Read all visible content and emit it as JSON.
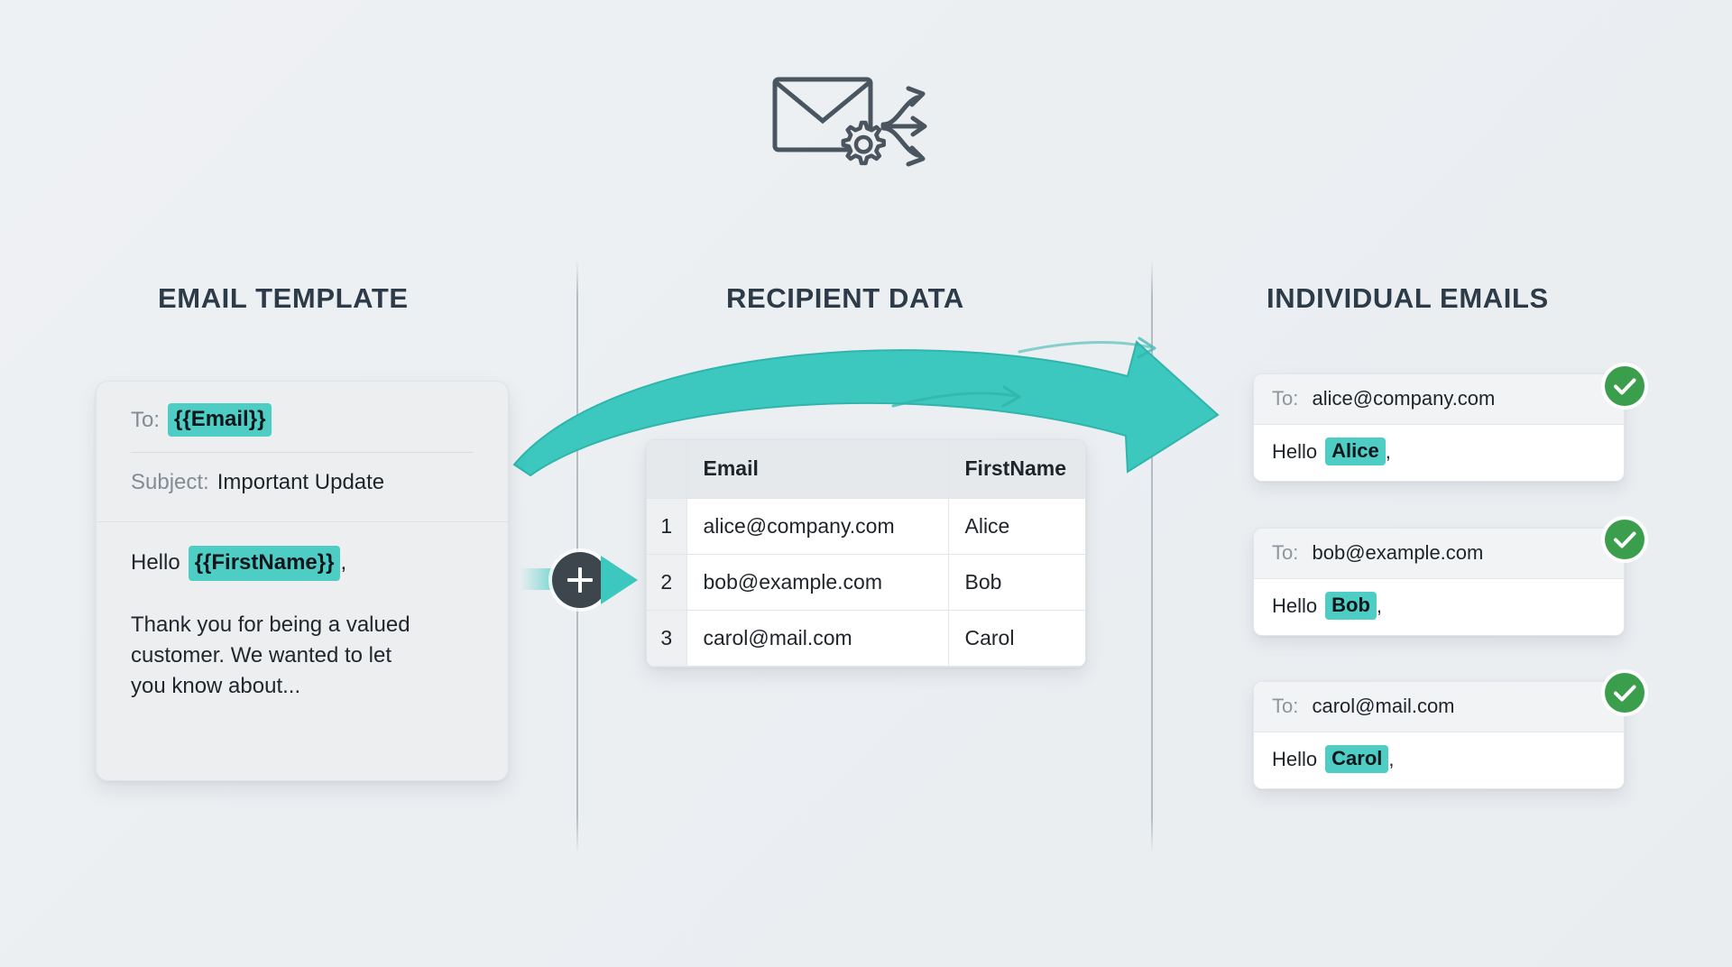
{
  "hero_icon": {
    "name": "envelope-gear-distribute-icon"
  },
  "columns": {
    "template_title": "EMAIL TEMPLATE",
    "recipients_title": "RECIPIENT DATA",
    "emails_title": "INDIVIDUAL EMAILS"
  },
  "template": {
    "to_label": "To:",
    "to_token": "{{Email}}",
    "subject_label": "Subject:",
    "subject_value": "Important Update",
    "greeting_label": "Hello",
    "greeting_token": "{{FirstName}}",
    "greeting_comma": ",",
    "paragraph": "Thank you for being a valued customer. We wanted to let you know about..."
  },
  "merge": {
    "plus_label": "+",
    "node_name": "merge-operation"
  },
  "recipients": {
    "headers": [
      "",
      "Email",
      "FirstName"
    ],
    "rows": [
      {
        "num": "1",
        "email": "alice@company.com",
        "firstname": "Alice"
      },
      {
        "num": "2",
        "email": "bob@example.com",
        "firstname": "Bob"
      },
      {
        "num": "3",
        "email": "carol@mail.com",
        "firstname": "Carol"
      }
    ]
  },
  "emails": [
    {
      "to_label": "To:",
      "to_value": "alice@company.com",
      "greeting_label": "Hello",
      "name": "Alice",
      "comma": ",",
      "status": "sent"
    },
    {
      "to_label": "To:",
      "to_value": "bob@example.com",
      "greeting_label": "Hello",
      "name": "Bob",
      "comma": ",",
      "status": "sent"
    },
    {
      "to_label": "To:",
      "to_value": "carol@mail.com",
      "greeting_label": "Hello",
      "name": "Carol",
      "comma": ",",
      "status": "sent"
    }
  ],
  "colors": {
    "background": "#eceff2",
    "accent_teal": "#3cc8be",
    "token_highlight": "#4ecdc4",
    "success_green": "#3b9e4d",
    "heading": "#2c3b47",
    "muted_text": "#838c95",
    "node_dark": "#3d454d"
  }
}
